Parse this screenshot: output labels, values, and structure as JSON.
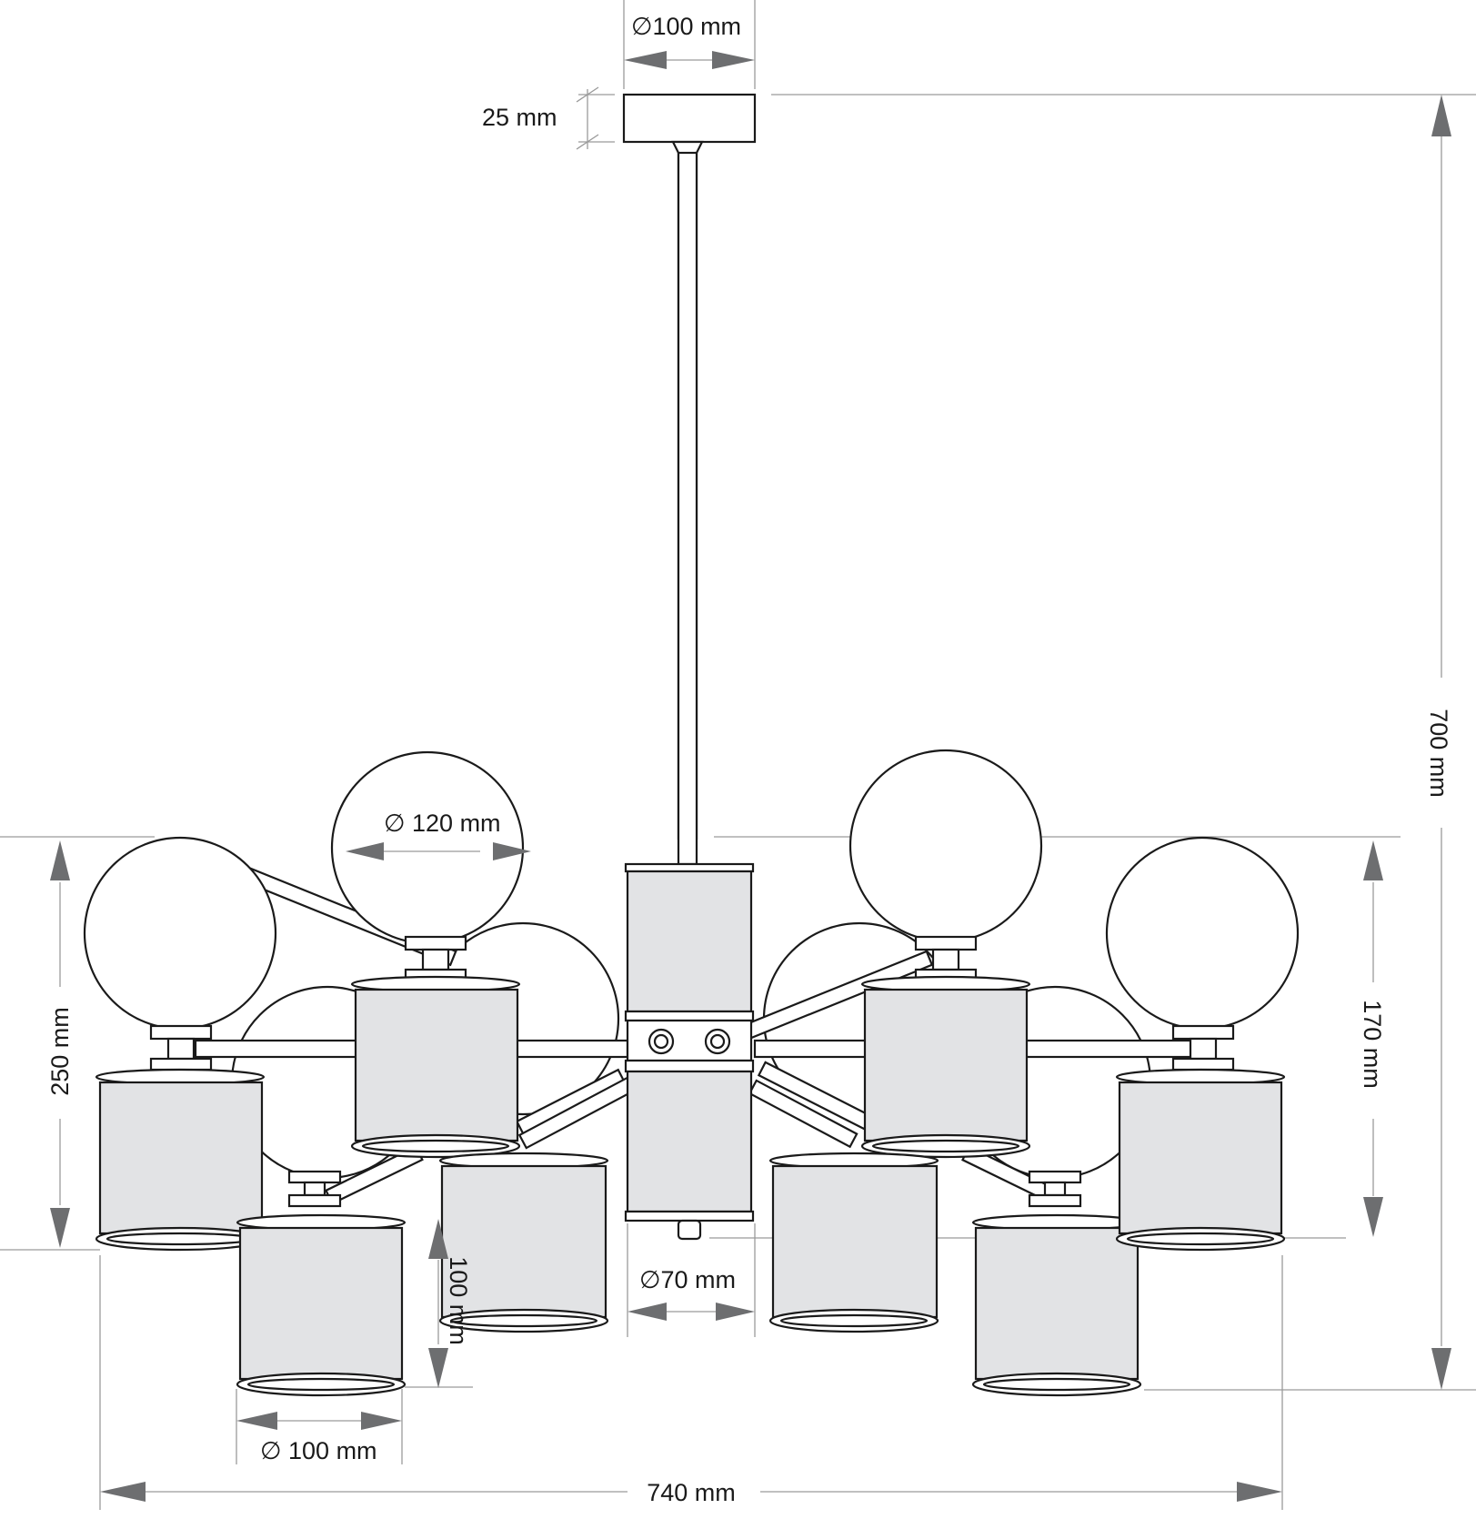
{
  "dimensions": {
    "canopy_diameter": "∅100 mm",
    "canopy_height": "25 mm",
    "total_height": "700 mm",
    "globe_diameter": "∅ 120 mm",
    "body_height": "250 mm",
    "right_height": "170 mm",
    "shade_height": "100 mm",
    "center_diameter": "∅70 mm",
    "shade_diameter": "∅ 100 mm",
    "total_width": "740 mm"
  },
  "colors": {
    "line": "#1a1a1a",
    "shade_fill": "#e2e3e5",
    "arrow": "#6d6e70",
    "extension_line": "#9a9a9a"
  }
}
